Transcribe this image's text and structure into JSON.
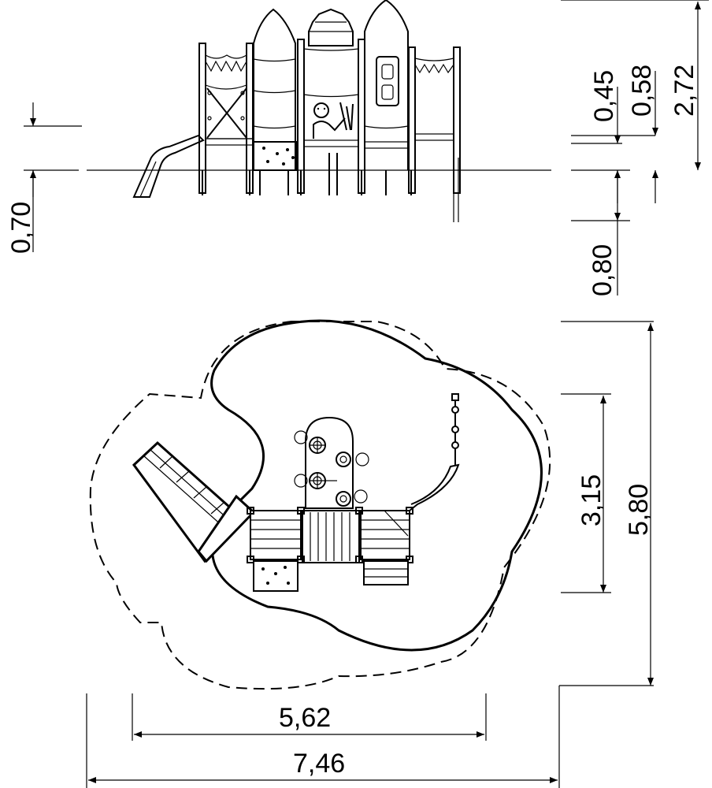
{
  "colors": {
    "line": "#000000",
    "background": "#ffffff"
  },
  "elevation": {
    "dims": {
      "depth_left": "0,70",
      "platform_height": "0,45",
      "step_height": "0,58",
      "total_height": "2,72",
      "foundation_depth": "0,80"
    }
  },
  "plan": {
    "dims": {
      "equipment_depth": "3,15",
      "safety_zone_depth": "5,80",
      "equipment_width": "5,62",
      "safety_zone_width": "7,46"
    }
  }
}
